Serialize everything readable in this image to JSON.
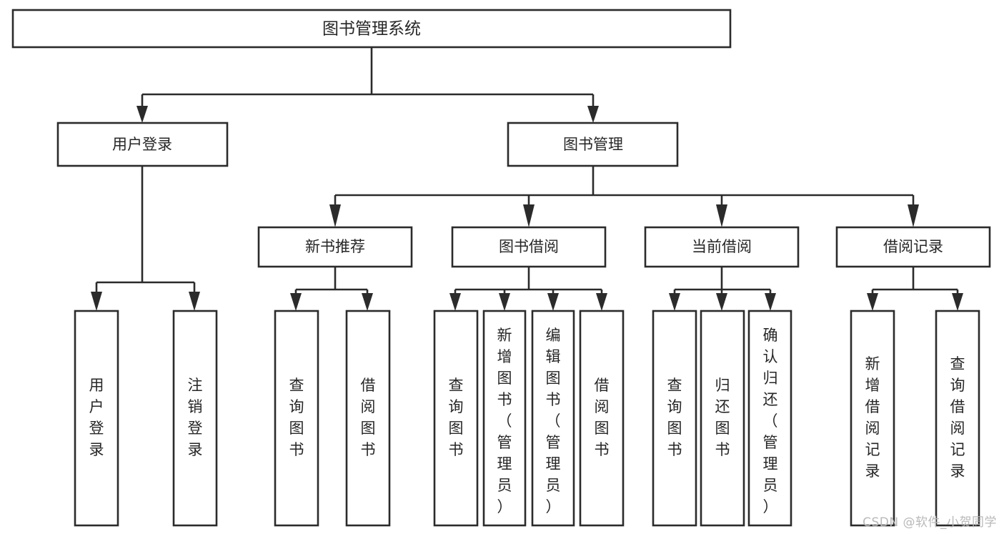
{
  "diagram": {
    "title": "图书管理系统",
    "type": "tree-hierarchy",
    "root": {
      "label": "图书管理系统"
    },
    "level1": [
      {
        "label": "用户登录"
      },
      {
        "label": "图书管理"
      }
    ],
    "level2": [
      {
        "label": "新书推荐"
      },
      {
        "label": "图书借阅"
      },
      {
        "label": "当前借阅"
      },
      {
        "label": "借阅记录"
      }
    ],
    "leaves": {
      "user_login": [
        {
          "label": "用户登录"
        },
        {
          "label": "注销登录"
        }
      ],
      "new_book_recommend": [
        {
          "label": "查询图书"
        },
        {
          "label": "借阅图书"
        }
      ],
      "book_borrow": [
        {
          "label": "查询图书"
        },
        {
          "label": "新增图书（管理员）"
        },
        {
          "label": "编辑图书（管理员）"
        },
        {
          "label": "借阅图书"
        }
      ],
      "current_borrow": [
        {
          "label": "查询图书"
        },
        {
          "label": "归还图书"
        },
        {
          "label": "确认归还（管理员）"
        }
      ],
      "borrow_record": [
        {
          "label": "新增借阅记录"
        },
        {
          "label": "查询借阅记录"
        }
      ]
    }
  },
  "watermark": {
    "text": "CSDN @软件_小贺同学"
  },
  "colors": {
    "background": "#ffffff",
    "box_stroke": "#2b2b2b",
    "box_fill": "#ffffff",
    "text": "#262626",
    "watermark": "#b9b9b9"
  }
}
